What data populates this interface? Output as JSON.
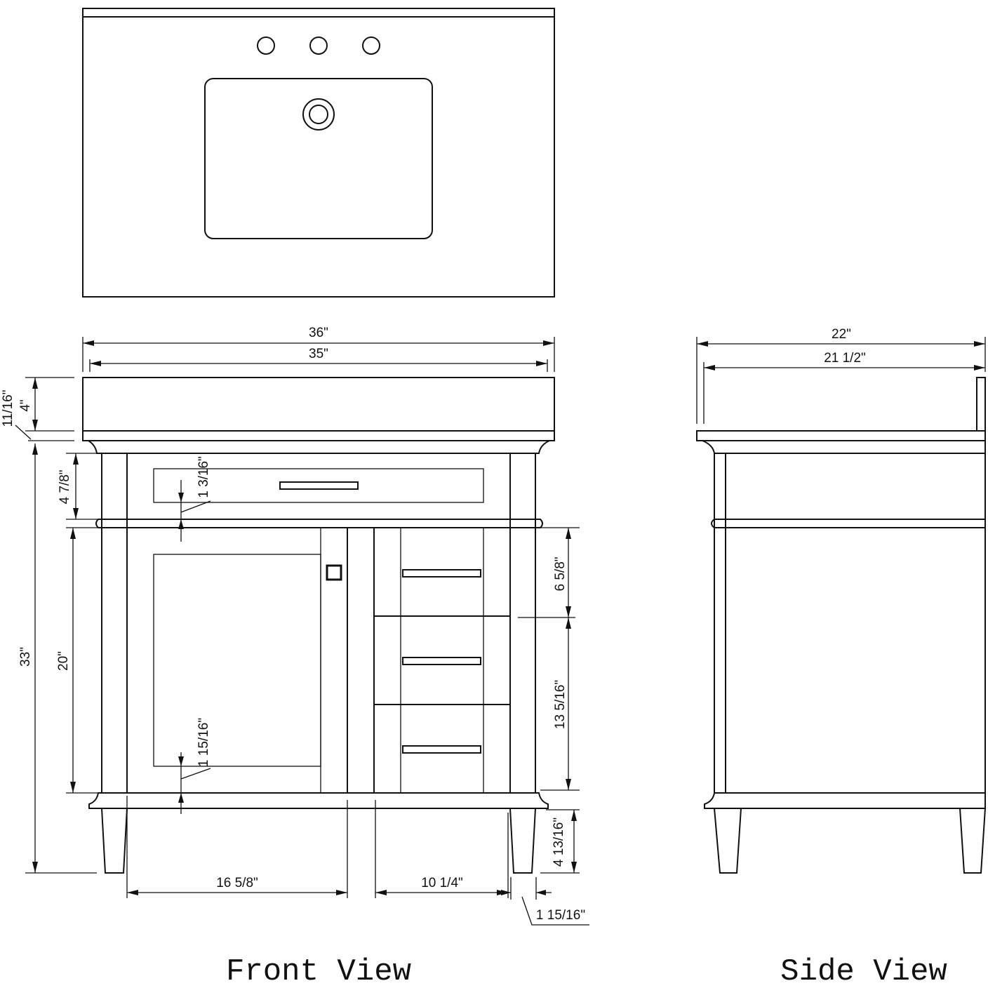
{
  "front_dimensions": {
    "overall_width": "36\"",
    "cabinet_width": "35\"",
    "top_thickness": "11/16\"",
    "backsplash_height": "4\"",
    "drawer_height": "4 7/8\"",
    "drawer_rail": "1 3/16\"",
    "overall_height": "33\"",
    "door_height": "20\"",
    "door_stile": "1 15/16\"",
    "top_drawer_height": "6 5/8\"",
    "lower_drawers_height": "13 5/16\"",
    "leg_height": "4 13/16\"",
    "door_width": "16 5/8\"",
    "drawer_width": "10 1/4\"",
    "side_post_width": "1 15/16\""
  },
  "side_dimensions": {
    "overall_depth": "22\"",
    "cabinet_depth": "21 1/2\""
  },
  "view_labels": {
    "front": "Front View",
    "side": "Side View"
  }
}
